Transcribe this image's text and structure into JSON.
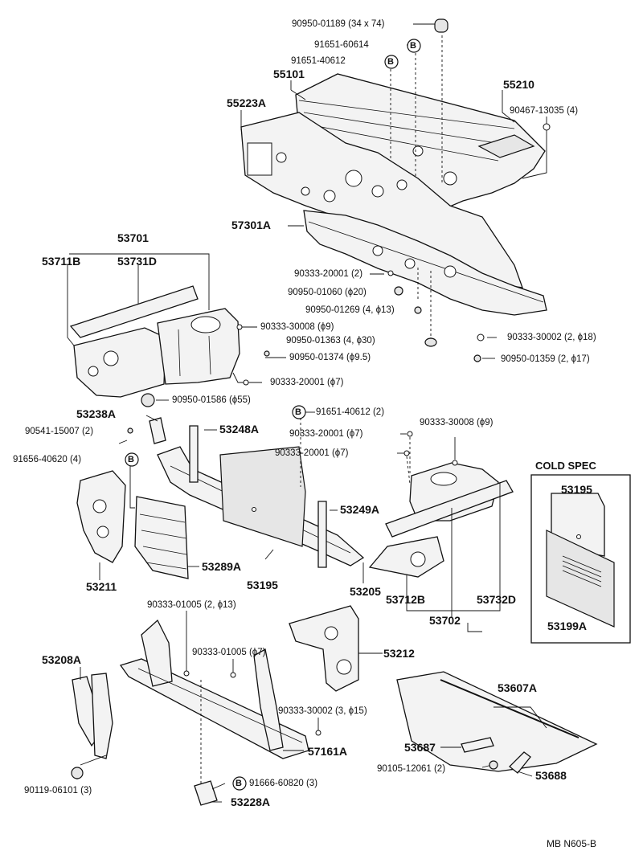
{
  "labels": {
    "p90950_01189": "90950-01189 (34 x 74)",
    "p91651_60614": "91651-60614",
    "p91651_40612a": "91651-40612",
    "p55101": "55101",
    "p55210": "55210",
    "p90467_13035": "90467-13035 (4)",
    "p55223A": "55223A",
    "p57301A": "57301A",
    "p53701": "53701",
    "p53711B": "53711B",
    "p53731D": "53731D",
    "p90333_20001_2": "90333-20001 (2)",
    "p90950_01060": "90950-01060 (ϕ20)",
    "p90950_01269": "90950-01269 (4, ϕ13)",
    "p90950_01363": "90950-01363 (4, ϕ30)",
    "p90333_30002_2": "90333-30002 (2, ϕ18)",
    "p90950_01359": "90950-01359 (2, ϕ17)",
    "p90333_30008_9a": "90333-30008 (ϕ9)",
    "p90950_01374": "90950-01374 (ϕ9.5)",
    "p90333_20001_7a": "90333-20001 (ϕ7)",
    "p90950_01586": "90950-01586 (ϕ55)",
    "p53238A": "53238A",
    "p90541_15007": "90541-15007 (2)",
    "p53248A": "53248A",
    "p91651_40612b": "91651-40612 (2)",
    "p90333_30008_9b": "90333-30008 (ϕ9)",
    "p90333_20001_7b": "90333-20001 (ϕ7)",
    "p90333_20001_7c": "90333-20001 (ϕ7)",
    "p91656_40620": "91656-40620 (4)",
    "p53249A": "53249A",
    "p53289A": "53289A",
    "p53195": "53195",
    "p53205": "53205",
    "p53211": "53211",
    "p53712B": "53712B",
    "p53732D": "53732D",
    "p53702": "53702",
    "p90333_01005_2": "90333-01005 (2, ϕ13)",
    "p90333_01005_7": "90333-01005 (ϕ7)",
    "p53212": "53212",
    "p53208A": "53208A",
    "p53607A": "53607A",
    "p90333_30002_3": "90333-30002 (3, ϕ15)",
    "p57161A": "57161A",
    "p53687": "53687",
    "p90105_12061": "90105-12061 (2)",
    "p53688": "53688",
    "p90119_06101": "90119-06101 (3)",
    "p91666_60820": "91666-60820 (3)",
    "p53228A": "53228A"
  },
  "cold_spec": {
    "title": "COLD SPEC",
    "part_top": "53195",
    "part_bottom": "53199A"
  },
  "b_marker": "B",
  "footer_code": "MB  N605-B"
}
